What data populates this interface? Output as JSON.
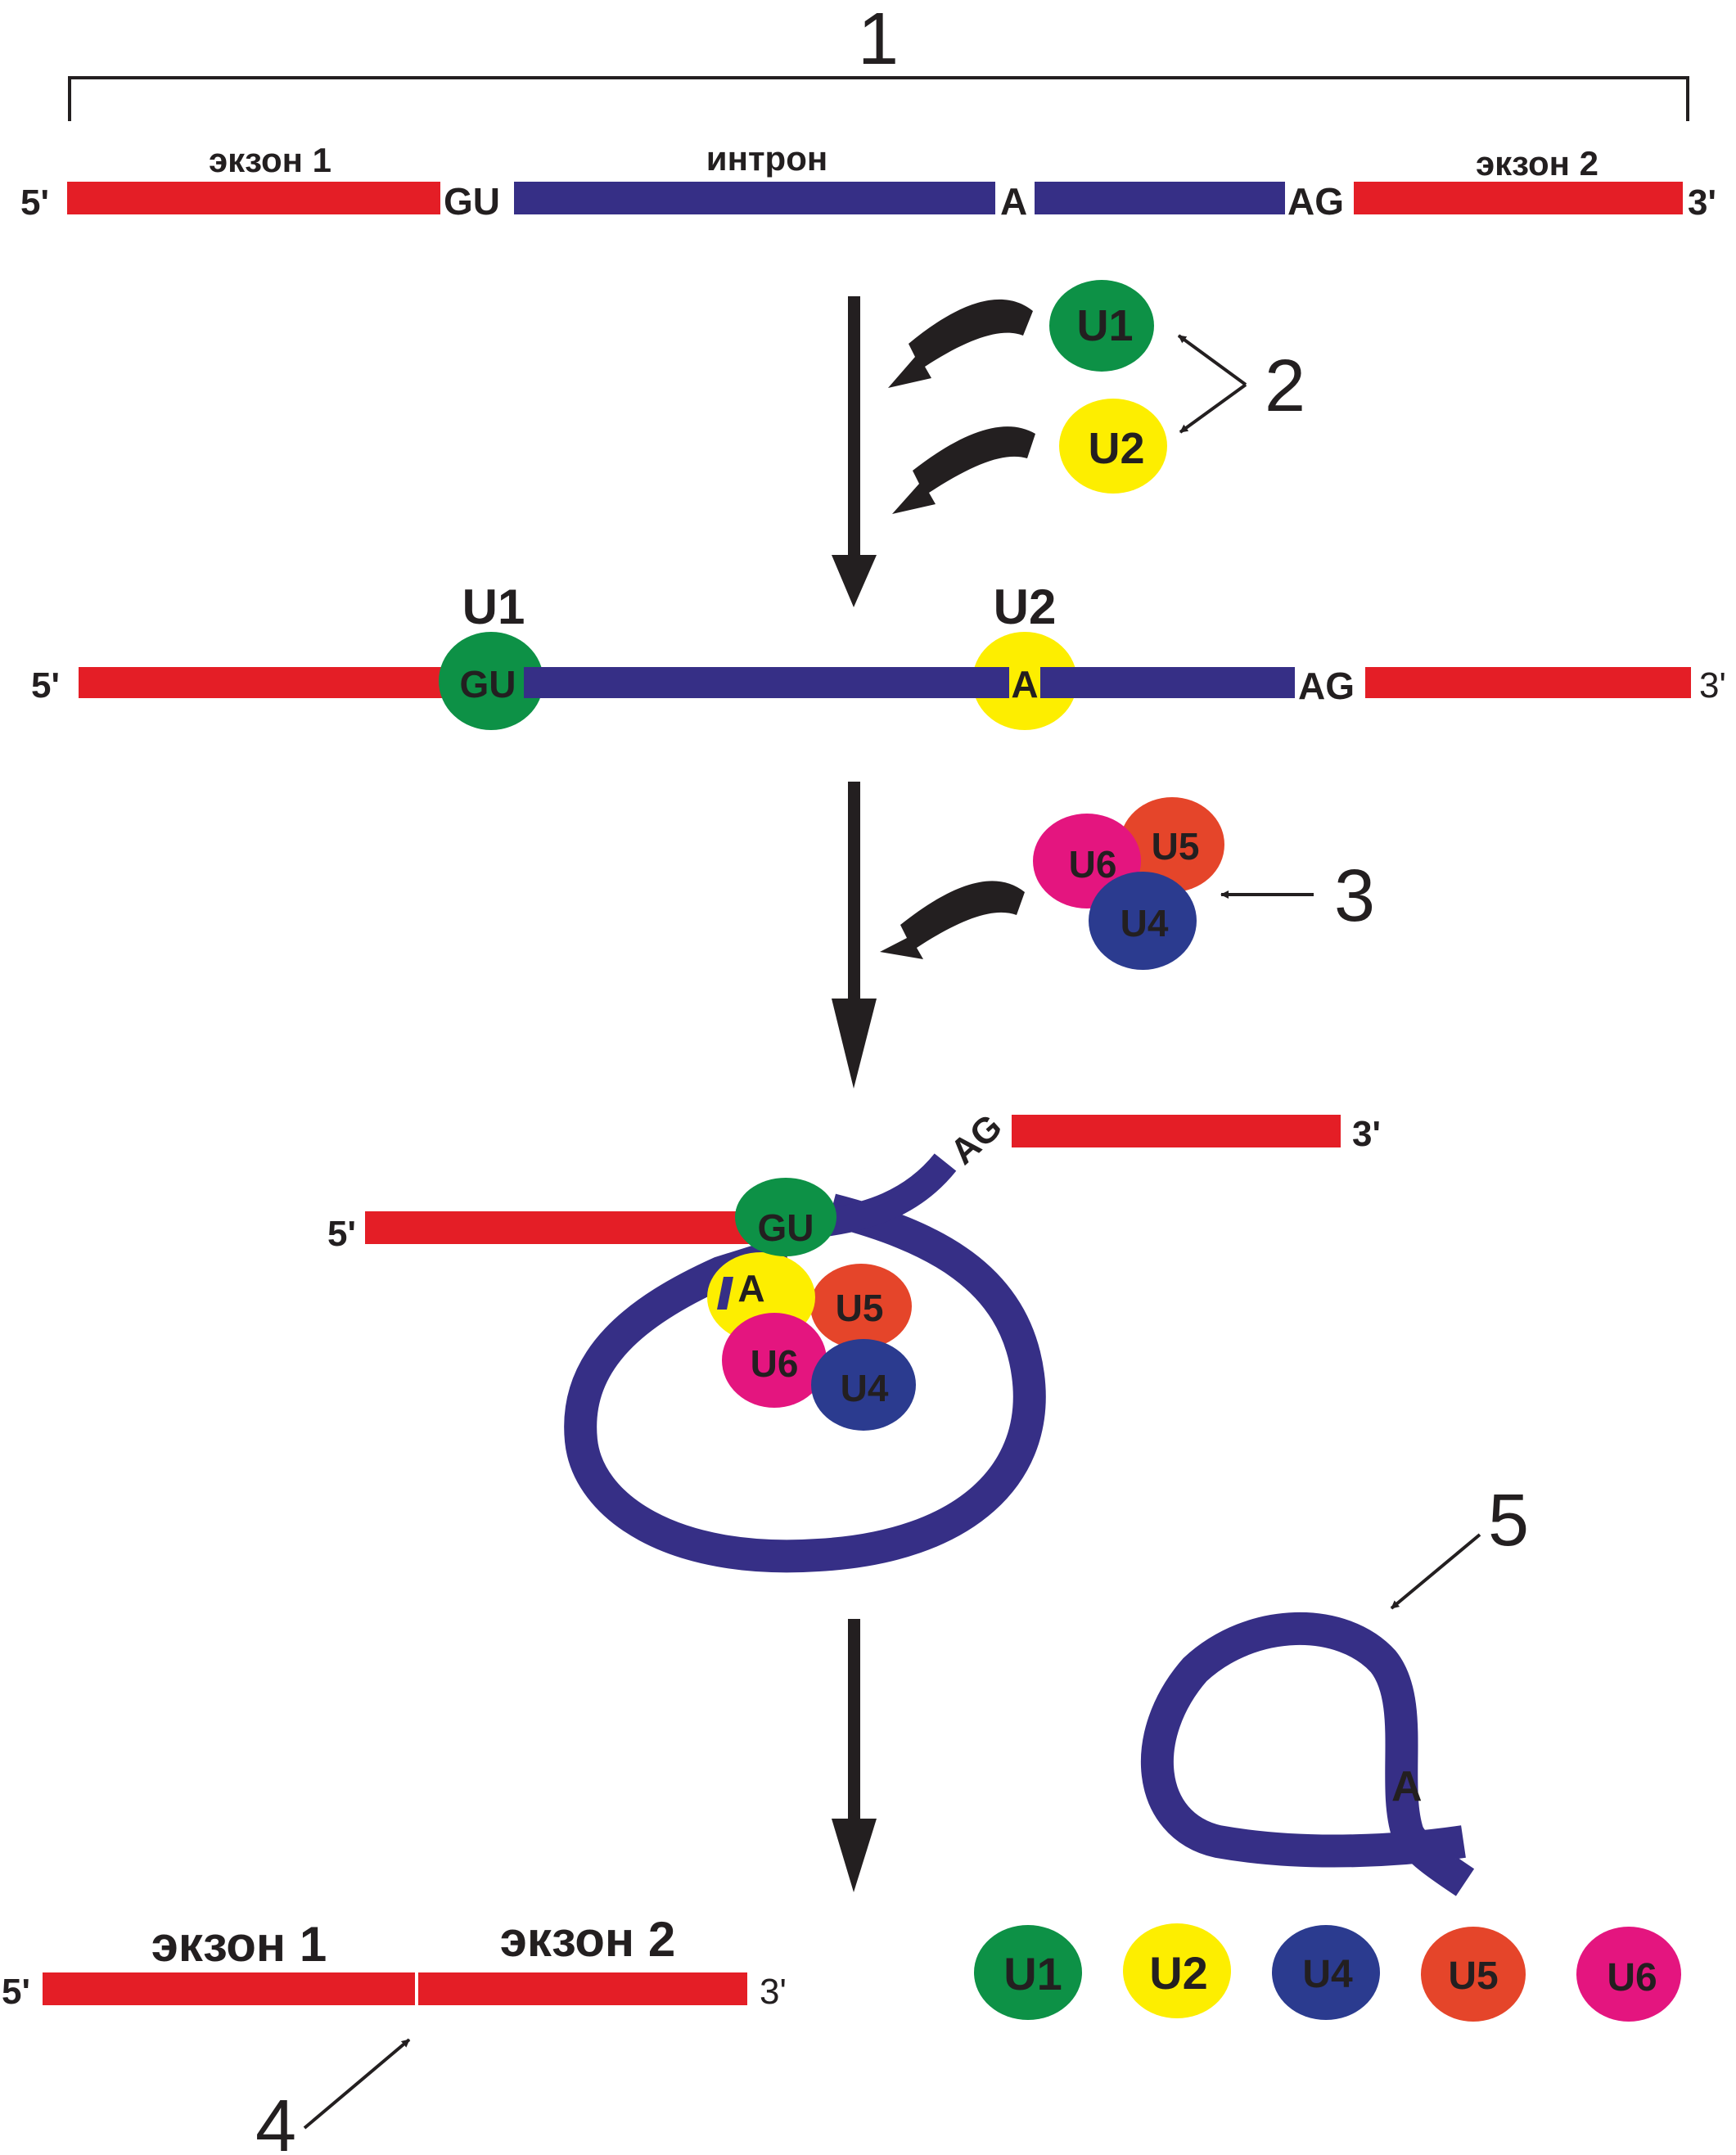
{
  "colors": {
    "exon": "#e41e26",
    "intron": "#362f86",
    "text": "#231f20",
    "arrow": "#231f20",
    "U1": "#0d9146",
    "U2": "#fdee00",
    "U4": "#2b3b8f",
    "U5": "#e5452a",
    "U6": "#e4157f"
  },
  "numbers": {
    "n1": "1",
    "n2": "2",
    "n3": "3",
    "n4": "4",
    "n5": "5"
  },
  "row1": {
    "five": "5'",
    "three": "3'",
    "exon1": "экзон 1",
    "intron": "интрон",
    "exon2": "экзон 2",
    "gu": "GU",
    "a": "A",
    "ag": "AG"
  },
  "factors1": {
    "u1": "U1",
    "u2": "U2"
  },
  "row2": {
    "five": "5'",
    "three": "3'",
    "u1_top": "U1",
    "u2_top": "U2",
    "gu": "GU",
    "a": "A",
    "ag": "AG"
  },
  "factors2": {
    "u6": "U6",
    "u5": "U5",
    "u4": "U4"
  },
  "lariat_complex": {
    "five": "5'",
    "three": "3'",
    "ag": "AG",
    "gu": "GU",
    "a": "A",
    "u5": "U5",
    "u6": "U6",
    "u4": "U4"
  },
  "product": {
    "five": "5'",
    "three": "3'",
    "exon1": "экзон 1",
    "exon2": "экзон 2"
  },
  "lariat": {
    "a": "A"
  },
  "released": {
    "u1": "U1",
    "u2": "U2",
    "u4": "U4",
    "u5": "U5",
    "u6": "U6"
  }
}
